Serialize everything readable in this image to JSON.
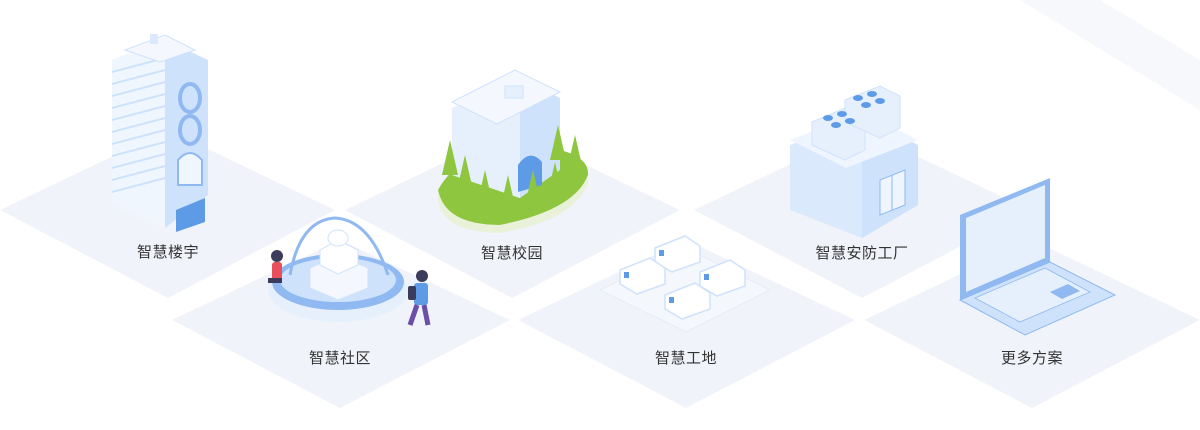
{
  "colors": {
    "tile": "#f1f3fa",
    "accent_blue": "#8fb9f0",
    "light_blue": "#cfe2fb",
    "pale_blue": "#e6f0fd",
    "deep_blue": "#5e9be6",
    "tree_green": "#8ec63f",
    "tree_dark": "#6aa629",
    "label_text": "#333333"
  },
  "scenes": [
    {
      "id": "building",
      "label": "智慧楼宇",
      "icon": "office-tower-icon"
    },
    {
      "id": "community",
      "label": "智慧社区",
      "icon": "fountain-plaza-icon"
    },
    {
      "id": "campus",
      "label": "智慧校园",
      "icon": "campus-building-icon"
    },
    {
      "id": "construction",
      "label": "智慧工地",
      "icon": "vehicle-lot-icon"
    },
    {
      "id": "factory",
      "label": "智慧安防工厂",
      "icon": "factory-icon"
    },
    {
      "id": "more",
      "label": "更多方案",
      "icon": "laptop-icon"
    }
  ]
}
